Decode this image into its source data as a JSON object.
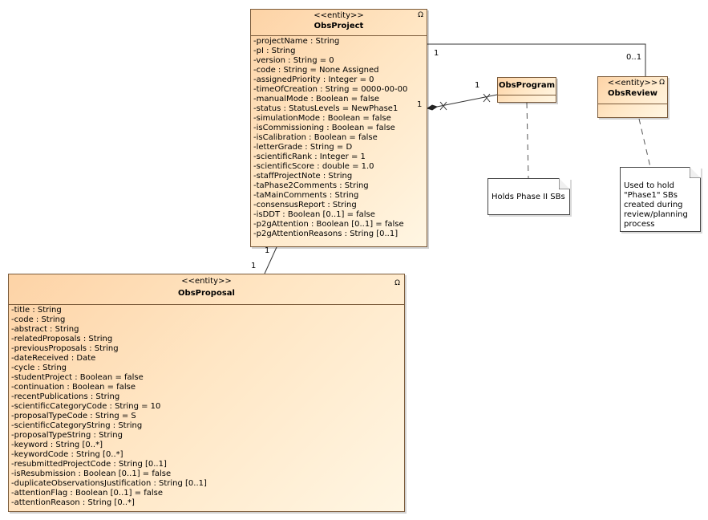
{
  "diagram": {
    "classes": {
      "obs_project": {
        "stereotype": "<<entity>>",
        "name": "ObsProject",
        "attributes": [
          "-projectName : String",
          "-pI : String",
          "-version : String = 0",
          "-code : String = None Assigned",
          "-assignedPriority : Integer = 0",
          "-timeOfCreation : String = 0000-00-00",
          "-manualMode : Boolean = false",
          "-status : StatusLevels = NewPhase1",
          "-simulationMode : Boolean = false",
          "-isCommissioning : Boolean = false",
          "-isCalibration : Boolean = false",
          "-letterGrade : String = D",
          "-scientificRank : Integer = 1",
          "-scientificScore : double = 1.0",
          "-staffProjectNote : String",
          "-taPhase2Comments : String",
          "-taMainComments : String",
          "-consensusReport : String",
          "-isDDT : Boolean [0..1] = false",
          "-p2gAttention : Boolean [0..1] = false",
          "-p2gAttentionReasons : String [0..1]"
        ]
      },
      "obs_program": {
        "stereotype": "",
        "name": "ObsProgram",
        "attributes": []
      },
      "obs_review": {
        "stereotype": "<<entity>>",
        "name": "ObsReview",
        "attributes": []
      },
      "obs_proposal": {
        "stereotype": "<<entity>>",
        "name": "ObsProposal",
        "attributes": [
          "-title : String",
          "-code : String",
          "-abstract : String",
          "-relatedProposals : String",
          "-previousProposals : String",
          "-dateReceived : Date",
          "-cycle : String",
          "-studentProject : Boolean = false",
          "-continuation : Boolean = false",
          "-recentPublications : String",
          "-scientificCategoryCode : String = 10",
          "-proposalTypeCode : String = S",
          "-scientificCategoryString : String",
          "-proposalTypeString : String",
          "-keyword : String [0..*]",
          "-keywordCode : String [0..*]",
          "-resubmittedProjectCode : String [0..1]",
          "-isResubmission : Boolean [0..1] = false",
          "-duplicateObservationsJustification : String [0..1]",
          "-attentionFlag : Boolean [0..1] = false",
          "-attentionReason : String [0..*]"
        ]
      }
    },
    "notes": {
      "program_note": "Holds Phase II SBs",
      "review_note": "Used to hold \"Phase1\" SBs created during review/planning process"
    },
    "multiplicities": {
      "project_review_project_end": "1",
      "project_review_review_end": "0..1",
      "project_program_project_end": "1",
      "project_program_program_end": "1",
      "project_proposal_project_end": "1",
      "project_proposal_proposal_end": "1"
    },
    "entity_icon": "entity-circle-icon"
  }
}
